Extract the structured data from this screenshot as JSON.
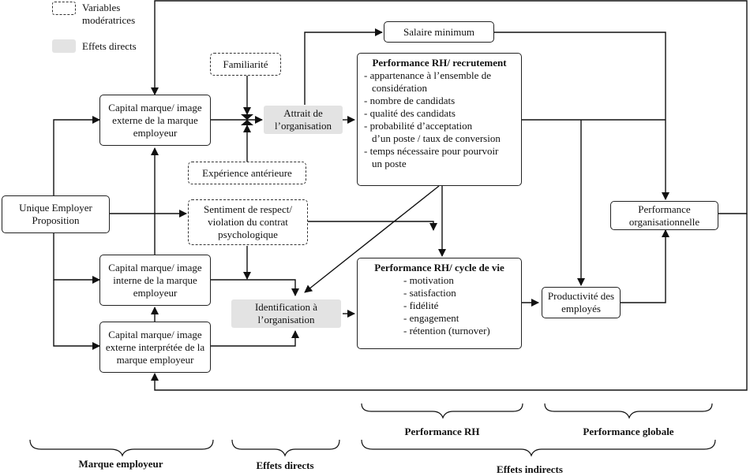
{
  "legend": {
    "moderators": "Variables modératrices",
    "direct_effects": "Effets directs"
  },
  "nodes": {
    "uep": "Unique Employer Proposition",
    "cap_ext": "Capital marque/ image externe de la marque employeur",
    "cap_int": "Capital marque/ image interne de la marque employeur",
    "cap_interp": "Capital marque/ image externe interprétée de la marque employeur",
    "familiarite": "Familiarité",
    "experience": "Expérience antérieure",
    "sentiment": "Sentiment de respect/ violation du contrat psychologique",
    "attrait": "Attrait de l’organisation",
    "identification": "Identification à l’organisation",
    "salaire": "Salaire minimum",
    "perf_org": "Performance organisationnelle",
    "productivite": "Productivité des employés"
  },
  "recrutement": {
    "title": "Performance RH/ recrutement",
    "items": [
      {
        "line1": "- appartenance à l’ensemble de",
        "line2": "considération"
      },
      {
        "line1": "- nombre de candidats",
        "line2": ""
      },
      {
        "line1": "- qualité des candidats",
        "line2": ""
      },
      {
        "line1": "- probabilité d’acceptation",
        "line2": "d’un poste / taux de conversion"
      },
      {
        "line1": "- temps nécessaire pour pourvoir",
        "line2": "un poste"
      }
    ]
  },
  "cycle": {
    "title": "Performance RH/ cycle de vie",
    "items": [
      "- motivation",
      "- satisfaction",
      "- fidélité",
      "- engagement",
      "- rétention (turnover)"
    ]
  },
  "braces": {
    "perf_rh": "Performance RH",
    "perf_globale": "Performance globale",
    "marque": "Marque employeur",
    "effets_directs": "Effets directs",
    "effets_indirects": "Effets indirects"
  }
}
